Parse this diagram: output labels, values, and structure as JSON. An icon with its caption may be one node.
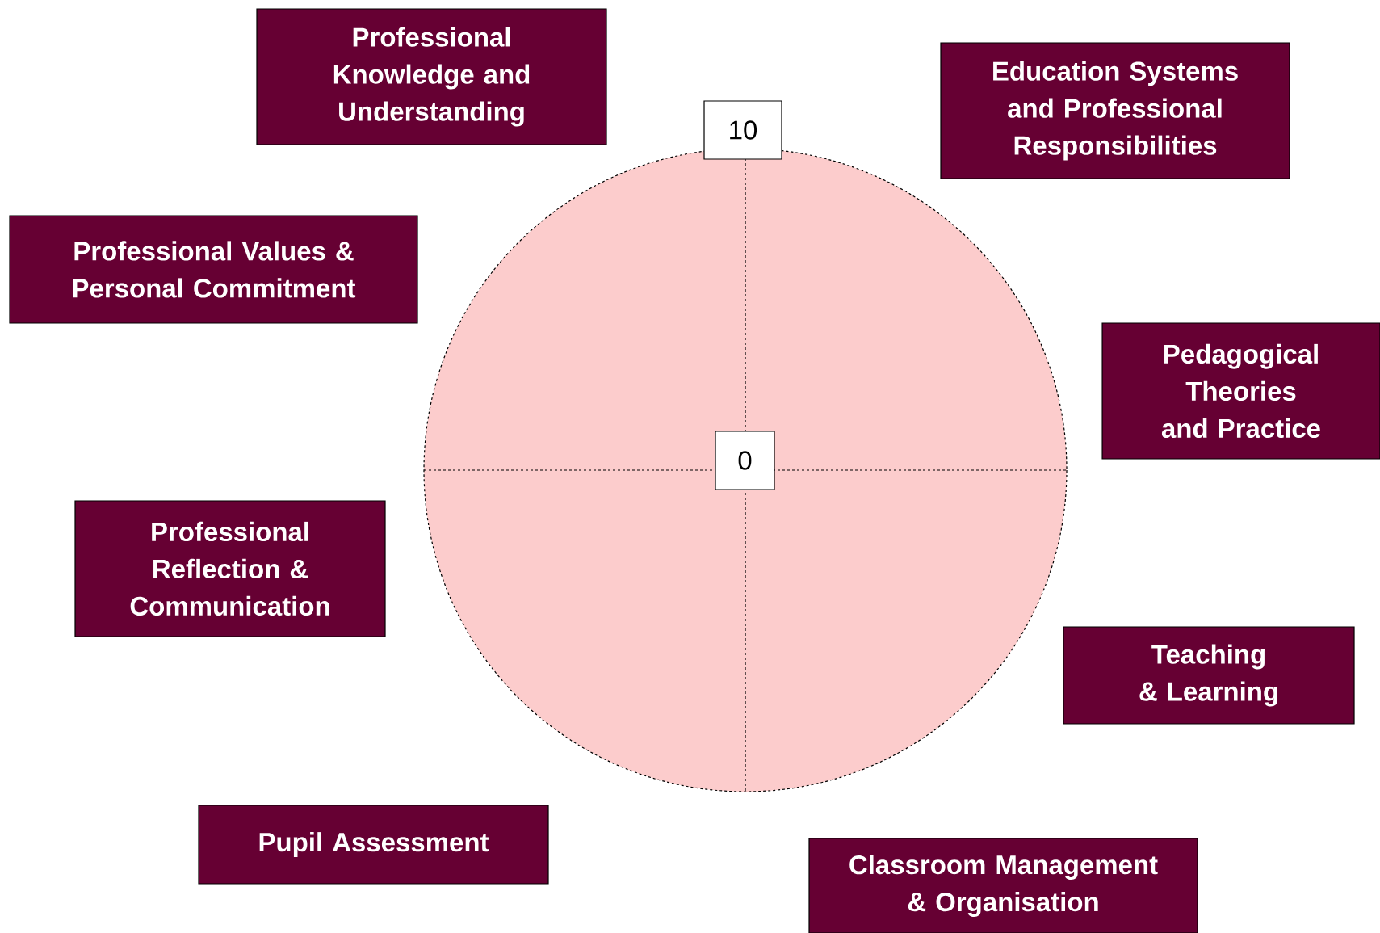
{
  "diagram": {
    "nodes": [
      {
        "text": [
          "Professional Knowledge and Understanding"
        ]
      },
      {
        "text": [
          "Education Systems and Professional Responsibilities"
        ]
      },
      {
        "text": [
          "10"
        ]
      },
      {
        "text": [
          "Professional Values & Personal Commitment"
        ]
      },
      {
        "text": [
          "Pedagogical Theories and Practice"
        ]
      },
      {
        "text": [
          "0"
        ]
      },
      {
        "text": [
          "Professional Reflection & Communication"
        ]
      },
      {
        "text": [
          "Teaching & Learning"
        ]
      },
      {
        "text": [
          "Pupil Assessment"
        ]
      },
      {
        "text": [
          "Classroom Management & Organisation"
        ]
      }
    ]
  }
}
